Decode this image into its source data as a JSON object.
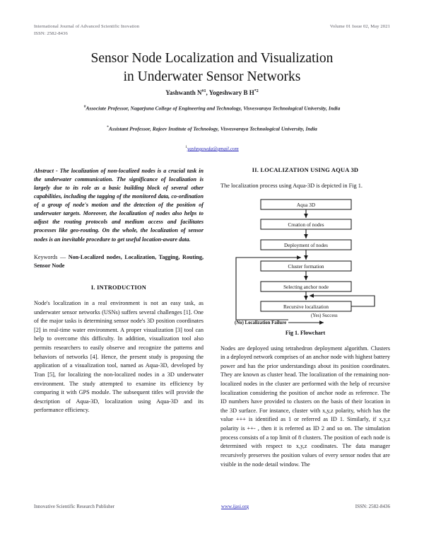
{
  "header": {
    "journal_name": "International Journal of Advanced Scientific Inovation",
    "issn": "ISSN: 2582-8436",
    "volume_issue": "Volume 01 Issue 02,  May 2021"
  },
  "title": {
    "line1": "Sensor Node Localization and Visualization",
    "line2": "in Underwater Sensor Networks"
  },
  "authors": {
    "author1_name": "Yashwanth N",
    "author1_sup": "#1",
    "separator": ", ",
    "author2_name": "Yogeshwary B H",
    "author2_sup": "*2"
  },
  "affiliations": {
    "aff1_sup": "#",
    "aff1_text": "Associate Professor, Nagarjuna College of Engineering and Technology, Visvesvaraya Technological University, India",
    "aff2_sup": "*",
    "aff2_text": "Assistant Professor, Rajeev Institute of Technology, Visvesvaraya Technological University, India",
    "email_sup": "1",
    "email": "yashngowda@gmail.com"
  },
  "left_column": {
    "abstract": "Abstract - The localization of non-localized nodes is a crucial task in the underwater communication. The significance of localization is largely due to its role as a basic building block     of several other capabilities, including the tagging of the monitored data, co-ordination of a group of node's motion and the detection of the position of underwater targets. Moreover, the localization of nodes also helps to adjust the routing protocols and medium access and facilitates processes like geo-routing. On the whole, the localization of sensor nodes is an inevitable procedure to get useful location-aware data.",
    "keywords_label": "Keywords —",
    "keywords_values": "Non-Localized nodes, Localization, Tagging, Routing, Sensor Node",
    "section_heading": "I. INTRODUCTION",
    "paragraph1": "Node's localization in a real environment is not an easy task, as underwater sensor networks (USNs) suffers several challenges [1]. One of the major tasks is determining sensor node's 3D position coordinates [2]   in real-time water environment.   A proper visualization [3] tool can help to overcome this difficulty. In addition, visualization tool also permits researchers to easily observe and recognize the patterns and behaviors of networks [4]. Hence, the present study is proposing the application of a visualization tool, named as Aqua-3D, developed by Tran [5], for localizing the non-localized nodes in a 3D underwater environment. The study attempted to examine its efficiency by comparing it with GPS module. The subsequent titles will provide the description of Aqua-3D, localization using Aqua-3D and its performance efficiency."
  },
  "right_column": {
    "section_heading": "II. LOCALIZATION USING AQUA 3D",
    "intro_line": "The localization process using Aqua-3D is depicted in Fig 1.",
    "figure_caption": "Fig 1. Flowchart",
    "paragraph1": "Nodes are deployed using tetrahedron deployment algorithm. Clusters in a deployed network comprises of an anchor node with highest battery power and has the prior understandings about its position coordinates. They are known as cluster head. The localization of the remaining non-localized nodes in the cluster are performed with the help of recursive localization considering the position of anchor node as reference. The ID numbers have provided to clusters on the basis of their location in the 3D surface. For instance, cluster with x,y,z polarity, which has the value +++ is identified as 1 or referred as ID 1. Similarly, if x,y,z polarity is  ++- , then it is referred as ID 2 and so on.   The simulation process consists of a top limit of 8 clusters. The position of each node is determined with respect to x,y,z coodinates. The data manager recursively preserves the position values of every sensor nodes that are visible in the node detail window. The"
  },
  "flowchart": {
    "nodes": [
      "Aqua 3D",
      "Creation of nodes",
      "Deployment of nodes",
      "Cluster formation",
      "Selecting anchor node",
      "Recursive localization"
    ],
    "label_yes": "(Yes) Success",
    "label_no": "(No) Localization Failure",
    "box_stroke": "#111111",
    "line_stroke": "#1a1a1a"
  },
  "footer": {
    "publisher": "Innovative Scientific Research Publisher",
    "website": "www.ijasi.org",
    "issn": "ISSN: 2582-8436"
  }
}
